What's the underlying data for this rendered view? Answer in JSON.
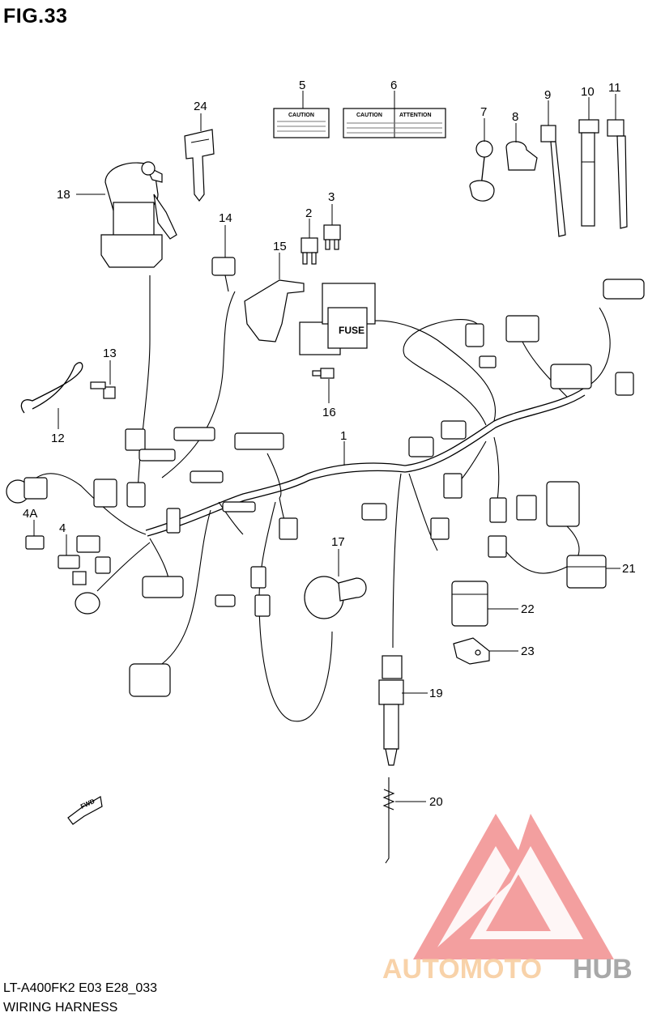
{
  "header": {
    "figure_title": "FIG.33"
  },
  "footer": {
    "model_code": "LT-A400FK2 E03 E28_033",
    "diagram_name": "WIRING HARNESS"
  },
  "callouts": [
    "1",
    "2",
    "3",
    "4",
    "4A",
    "5",
    "6",
    "7",
    "8",
    "9",
    "10",
    "11",
    "12",
    "13",
    "14",
    "15",
    "16",
    "17",
    "18",
    "19",
    "20",
    "21",
    "22",
    "23",
    "24"
  ],
  "labels_on_parts": {
    "caution_5": "CAUTION",
    "caution_6": "CAUTION",
    "attention_6": "ATTENTION",
    "fuse": "FUSE",
    "fwd": "FWD"
  },
  "watermark": {
    "part1": "AUTOMOTO",
    "part2": "HUB",
    "color1": "#f6c48d",
    "color2": "#8b8b8b",
    "triangle_color": "#f08080"
  }
}
